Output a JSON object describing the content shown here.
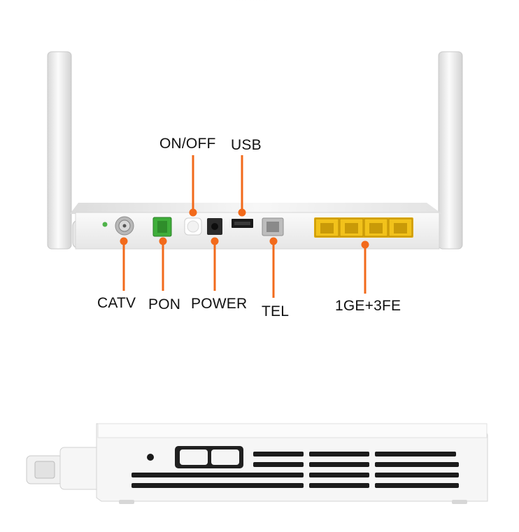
{
  "labels": {
    "on_off": "ON/OFF",
    "usb": "USB",
    "catv": "CATV",
    "pon": "PON",
    "power": "POWER",
    "tel": "TEL",
    "ethernet": "1GE+3FE"
  },
  "colors": {
    "callout": "#f26a1b",
    "device_body": "#f4f4f2",
    "pon_port": "#3fae3a",
    "lan_ports": "#f2c21b",
    "vent": "#1c1c1c"
  },
  "lan_port_count": 4
}
